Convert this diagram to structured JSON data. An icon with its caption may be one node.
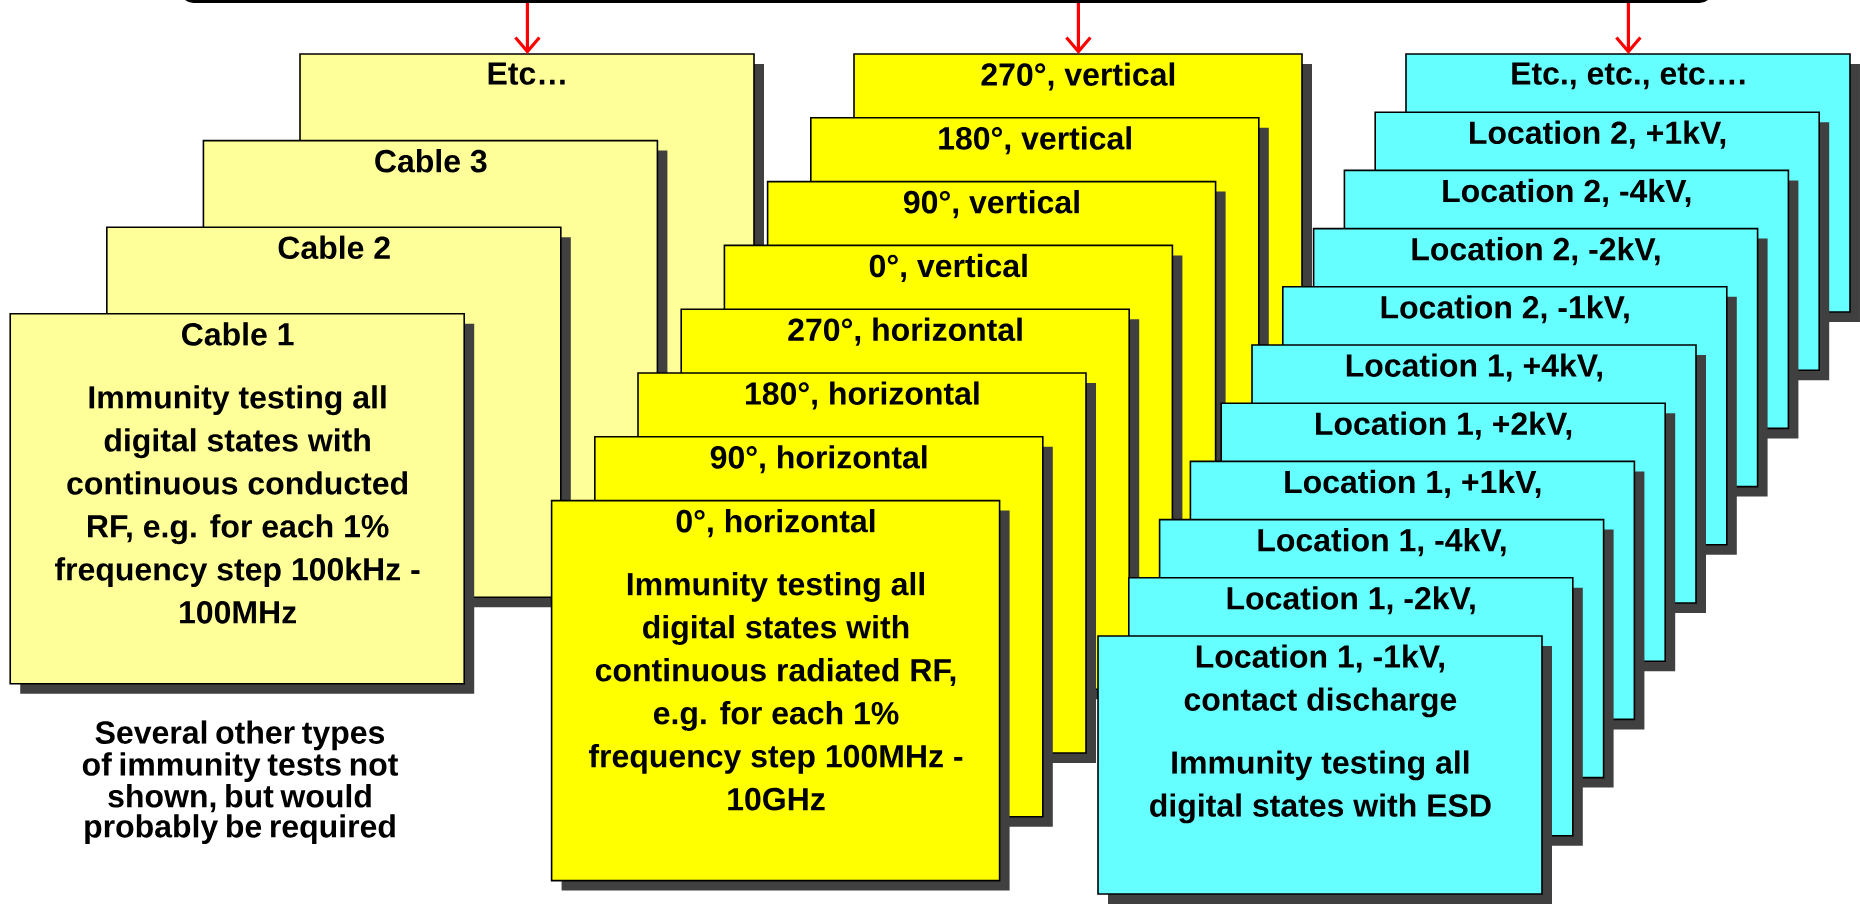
{
  "diagram": {
    "nodes": [
      {
        "text": [],
        "shape": "box"
      },
      {
        "text": [
          "Etc…"
        ]
      },
      {
        "text": [
          "Cable 3"
        ]
      },
      {
        "text": [
          "Cable 2"
        ]
      },
      {
        "text": [
          "Cable 1",
          "Immunity testing all digital states with continuous conducted RF, e.g. for each 1% frequency step 100kHz - 100MHz"
        ]
      },
      {
        "text": [
          "270°, vertical"
        ]
      },
      {
        "text": [
          "180°, vertical"
        ]
      },
      {
        "text": [
          "90°, vertical"
        ]
      },
      {
        "text": [
          "0°, vertical"
        ]
      },
      {
        "text": [
          "270°, horizontal"
        ]
      },
      {
        "text": [
          "180°, horizontal"
        ]
      },
      {
        "text": [
          "90°, horizontal"
        ]
      },
      {
        "text": [
          "0°, horizontal",
          "Immunity testing all digital states with continuous radiated RF, e.g. for each 1% frequency step 100MHz - 10GHz"
        ]
      },
      {
        "text": [
          "Etc., etc., etc…."
        ]
      },
      {
        "text": [
          "Location 2, +1kV,"
        ]
      },
      {
        "text": [
          "Location 2, -4kV,"
        ]
      },
      {
        "text": [
          "Location 2, -2kV,"
        ]
      },
      {
        "text": [
          "Location 2, -1kV,"
        ]
      },
      {
        "text": [
          "Location 1, +4kV,"
        ]
      },
      {
        "text": [
          "Location 1, +2kV,"
        ]
      },
      {
        "text": [
          "Location 1, +1kV,"
        ]
      },
      {
        "text": [
          "Location 1, -4kV,"
        ]
      },
      {
        "text": [
          "Location 1, -2kV,"
        ]
      },
      {
        "text": [
          "Location 1, -1kV, contact discharge",
          "Immunity testing all digital states with ESD"
        ]
      }
    ],
    "edges": [
      {
        "from": 0,
        "to": 1,
        "arrow": "to",
        "color": "#ff0000"
      },
      {
        "from": 0,
        "to": 5,
        "arrow": "to",
        "color": "#ff0000"
      },
      {
        "from": 0,
        "to": 13,
        "arrow": "to",
        "color": "#ff0000"
      }
    ],
    "labels": [
      "Several other types of immunity tests not shown, but would probably be required"
    ]
  }
}
